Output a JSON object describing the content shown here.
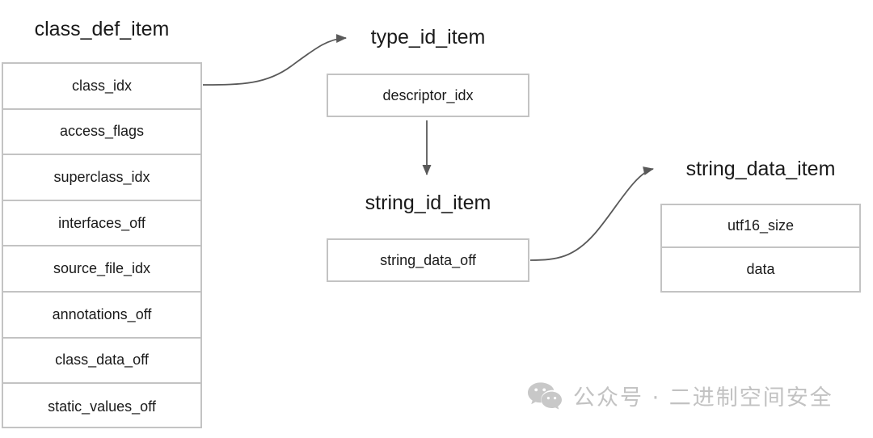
{
  "diagram": {
    "type": "dex-structure-reference-diagram",
    "background_color": "#ffffff",
    "border_color": "#c3c3c3",
    "text_color": "#1a1a1a",
    "arrow_color": "#595959"
  },
  "structures": [
    {
      "id": "class_def_item",
      "title": "class_def_item",
      "fields": [
        "class_idx",
        "access_flags",
        "superclass_idx",
        "interfaces_off",
        "source_file_idx",
        "annotations_off",
        "class_data_off",
        "static_values_off"
      ]
    },
    {
      "id": "type_id_item",
      "title": "type_id_item",
      "fields": [
        "descriptor_idx"
      ]
    },
    {
      "id": "string_id_item",
      "title": "string_id_item",
      "fields": [
        "string_data_off"
      ]
    },
    {
      "id": "string_data_item",
      "title": "string_data_item",
      "fields": [
        "utf16_size",
        "data"
      ]
    }
  ],
  "connections": [
    {
      "from": "class_def_item.class_idx",
      "to": "type_id_item",
      "style": "curved-arrow"
    },
    {
      "from": "type_id_item.descriptor_idx",
      "to": "string_id_item",
      "style": "straight-arrow"
    },
    {
      "from": "string_id_item.string_data_off",
      "to": "string_data_item",
      "style": "curved-arrow"
    }
  ],
  "watermark": {
    "icon": "wechat-icon",
    "text": "公众号 · 二进制空间安全",
    "color": "#c2c2c2"
  }
}
